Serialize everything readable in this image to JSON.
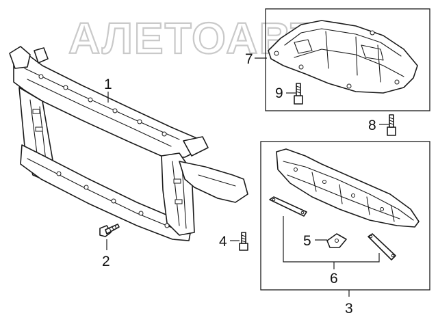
{
  "watermark": "АЛЕТОАВТО",
  "callouts": {
    "c1": "1",
    "c2": "2",
    "c3": "3",
    "c4": "4",
    "c5": "5",
    "c6": "6",
    "c7": "7",
    "c8": "8",
    "c9": "9"
  }
}
